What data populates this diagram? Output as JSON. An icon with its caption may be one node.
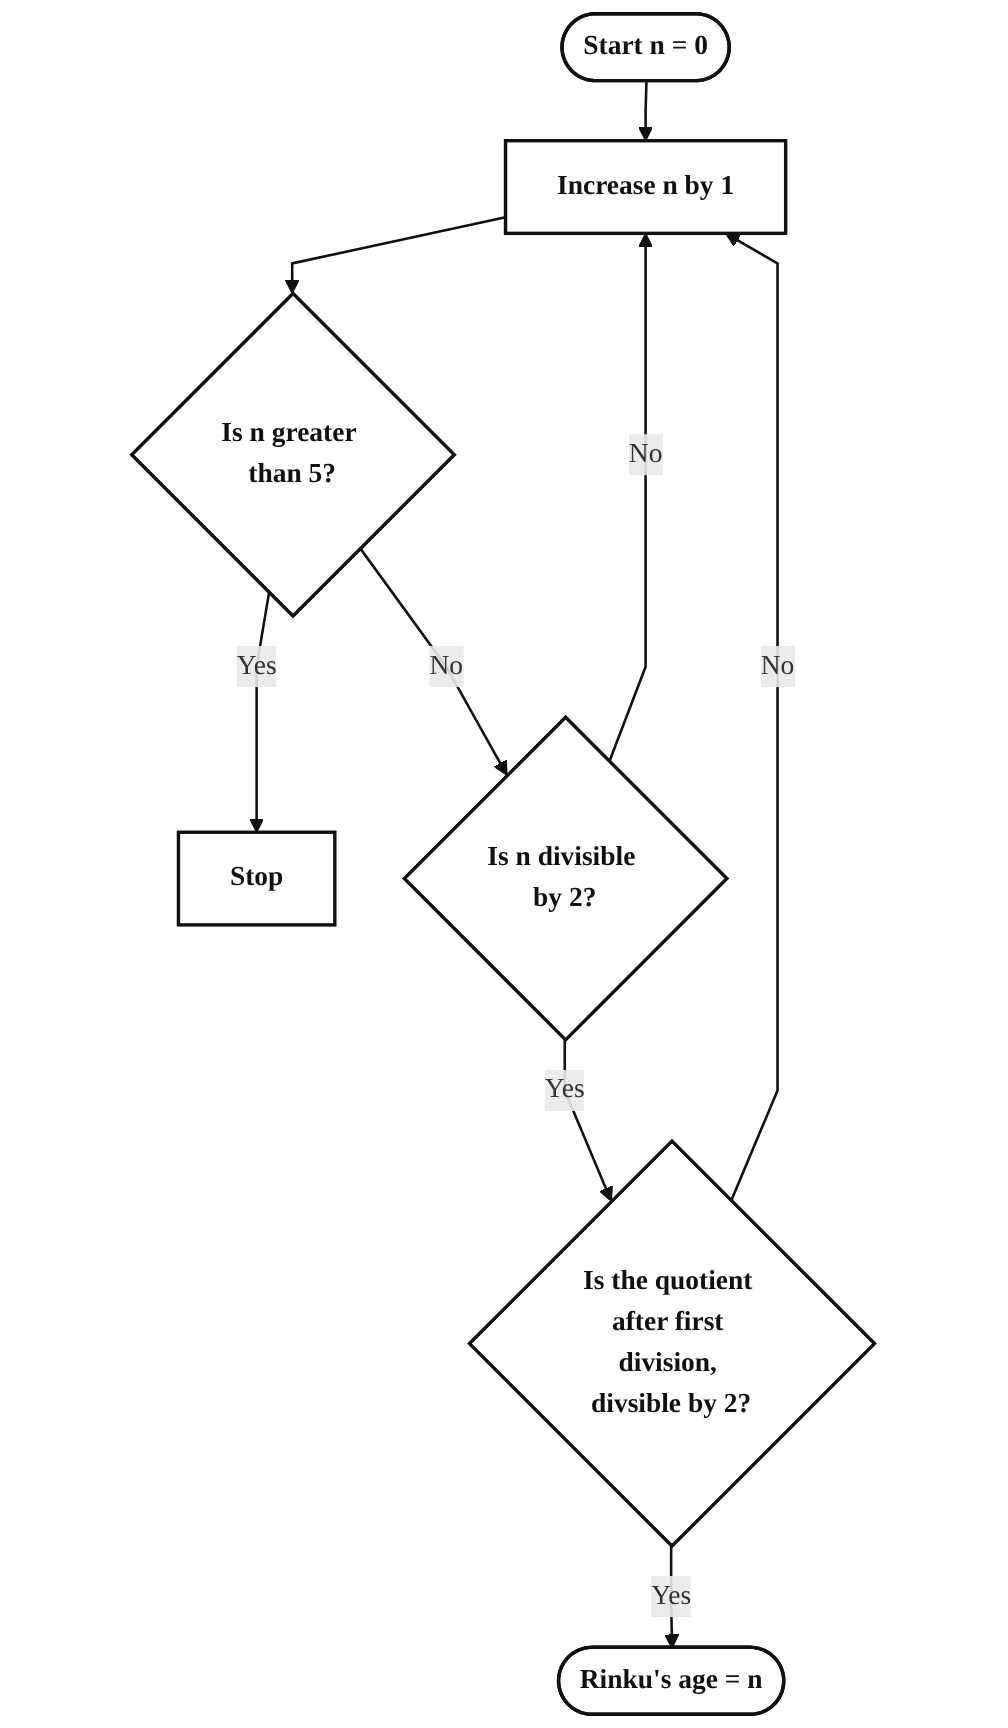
{
  "diagram": {
    "nodes": [
      {
        "text": [
          "Start n = 0"
        ]
      },
      {
        "text": [
          "Increase n by 1"
        ]
      },
      {
        "text": [
          "Is n greater than 5?"
        ]
      },
      {
        "text": [
          "Stop"
        ]
      },
      {
        "text": [
          "Is n divisible by 2?"
        ]
      },
      {
        "text": [
          "Is the quotient after first division, divsible by 2?"
        ]
      },
      {
        "text": [
          "Rinku's age = n"
        ]
      }
    ],
    "edges": [
      {
        "from": 0,
        "to": 1,
        "arrow": "to"
      },
      {
        "from": 1,
        "to": 2,
        "arrow": "to"
      },
      {
        "from": 2,
        "to": 3,
        "label": "Yes",
        "arrow": "to"
      },
      {
        "from": 2,
        "to": 4,
        "label": "No",
        "arrow": "to"
      },
      {
        "from": 4,
        "to": 1,
        "label": "No",
        "arrow": "to"
      },
      {
        "from": 4,
        "to": 5,
        "label": "Yes",
        "arrow": "to"
      },
      {
        "from": 5,
        "to": 1,
        "label": "No",
        "arrow": "to"
      },
      {
        "from": 5,
        "to": 6,
        "label": "Yes",
        "arrow": "to"
      }
    ]
  }
}
